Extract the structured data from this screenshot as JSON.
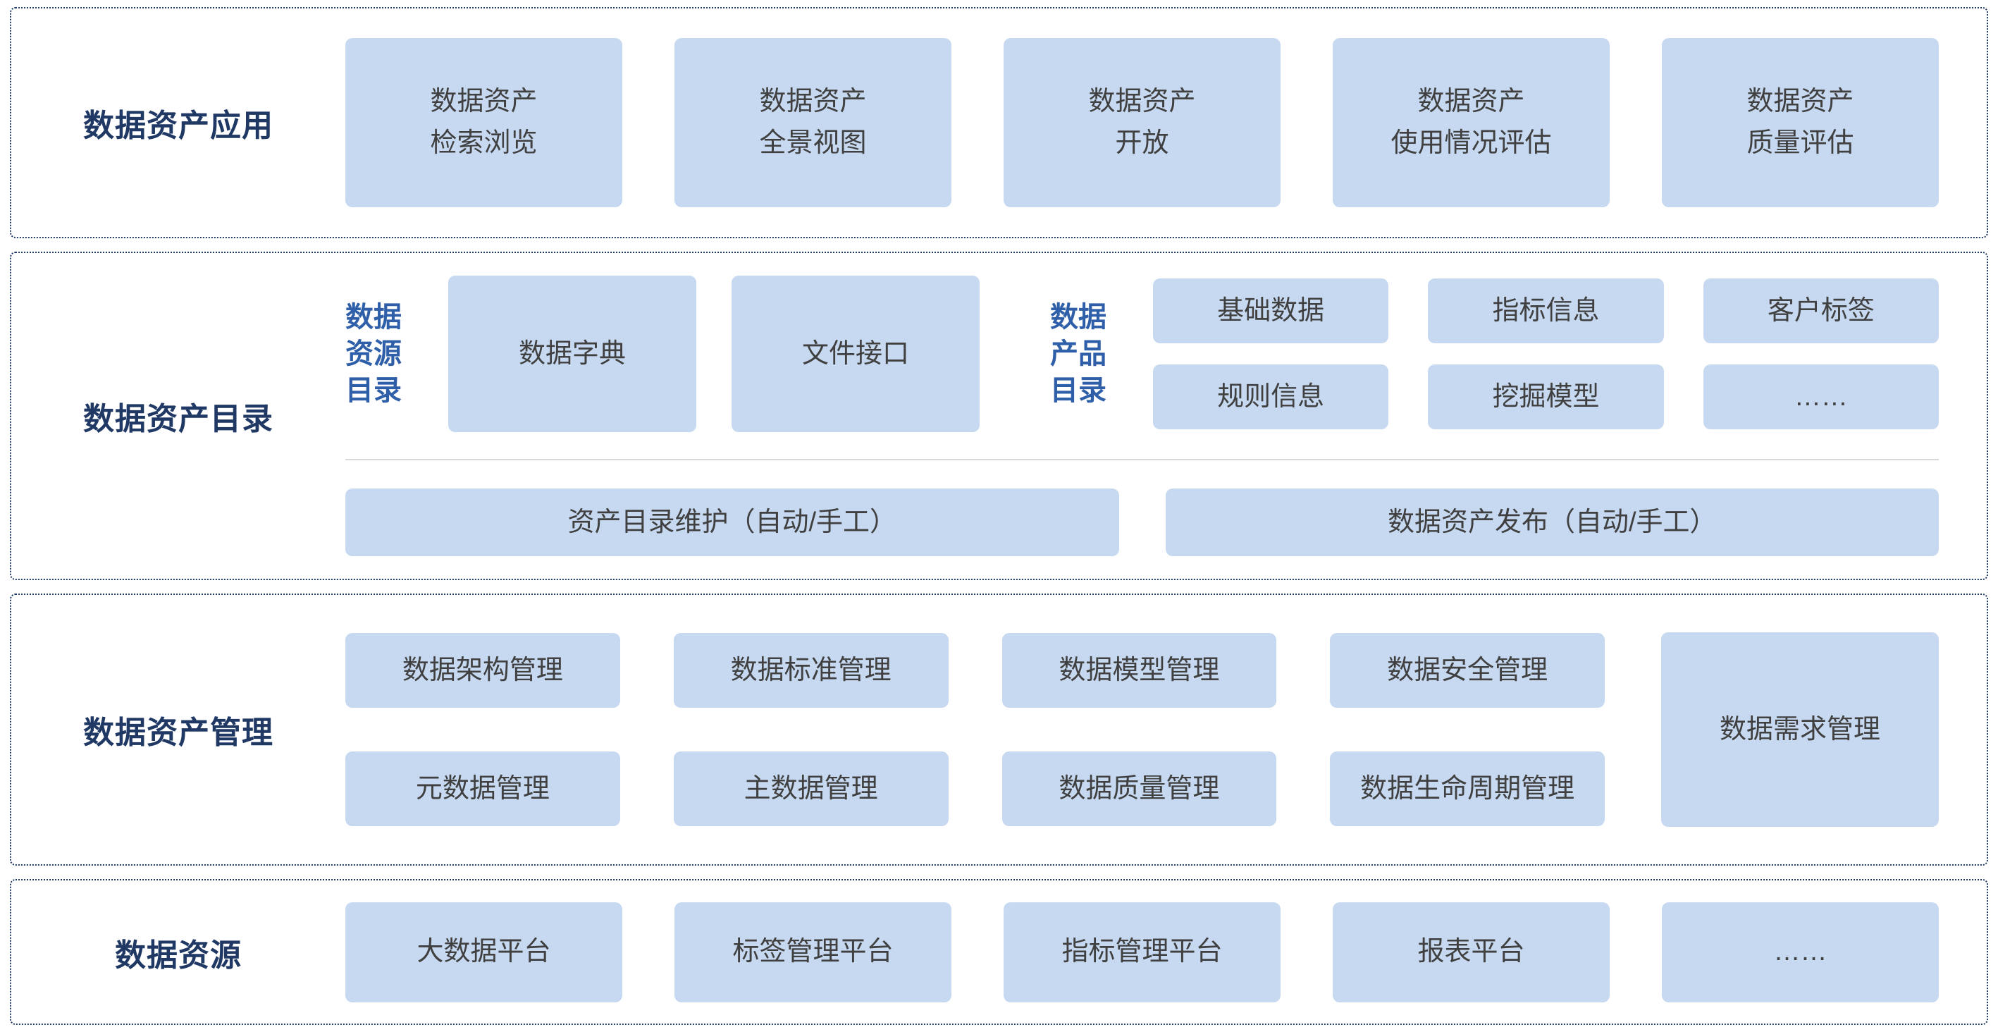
{
  "colors": {
    "background": "#ffffff",
    "box_fill": "#c6d9f1",
    "section_border": "#1f3864",
    "section_label": "#1f3864",
    "box_text": "#404040",
    "group_label": "#2e5fa8",
    "divider": "#d9d9d9"
  },
  "sections": {
    "application": {
      "label": "数据资产应用",
      "boxes": [
        "数据资产\n检索浏览",
        "数据资产\n全景视图",
        "数据资产\n开放",
        "数据资产\n使用情况评估",
        "数据资产\n质量评估"
      ]
    },
    "catalog": {
      "label": "数据资产目录",
      "resource_group": {
        "label": "数据\n资源\n目录",
        "boxes": [
          "数据字典",
          "文件接口"
        ]
      },
      "product_group": {
        "label": "数据\n产品\n目录",
        "boxes": [
          "基础数据",
          "指标信息",
          "客户标签",
          "规则信息",
          "挖掘模型",
          "……"
        ]
      },
      "bottom_boxes": [
        "资产目录维护（自动/手工）",
        "数据资产发布（自动/手工）"
      ]
    },
    "management": {
      "label": "数据资产管理",
      "grid_boxes": [
        "数据架构管理",
        "数据标准管理",
        "数据模型管理",
        "数据安全管理",
        "元数据管理",
        "主数据管理",
        "数据质量管理",
        "数据生命周期管理"
      ],
      "tall_box": "数据需求管理"
    },
    "resources": {
      "label": "数据资源",
      "boxes": [
        "大数据平台",
        "标签管理平台",
        "指标管理平台",
        "报表平台",
        "……"
      ]
    }
  }
}
